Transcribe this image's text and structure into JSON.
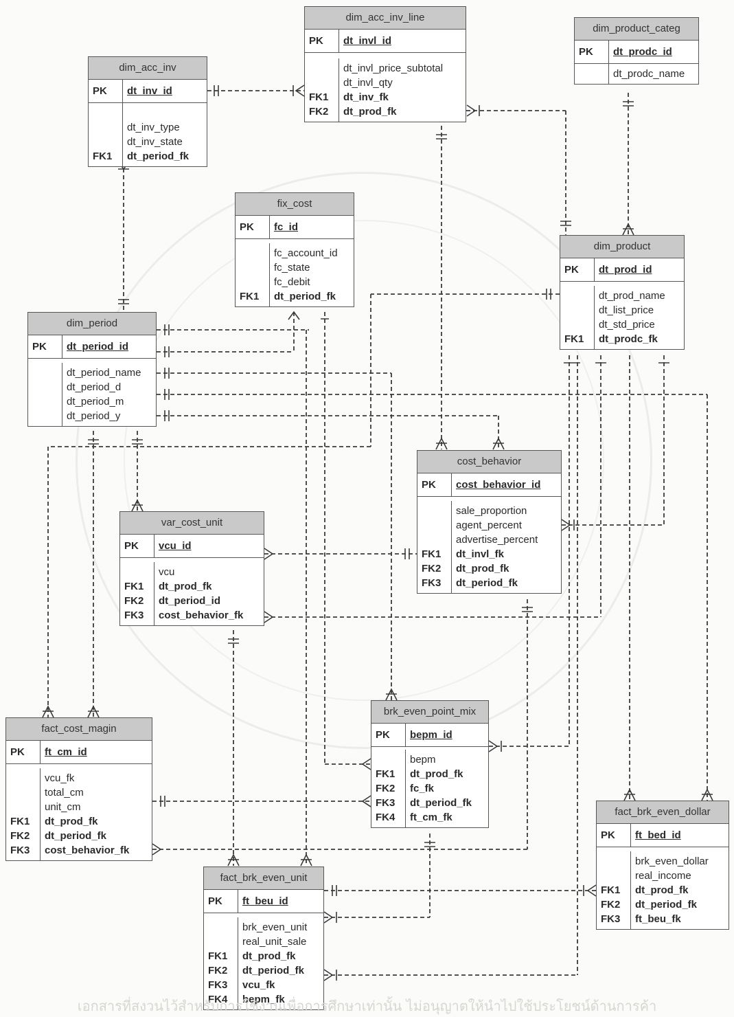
{
  "footer_note": "เอกสารที่สงวนไว้สำหรับการใช้งานเพื่อการศึกษาเท่านั้น ไม่อนุญาตให้นำไปใช้ประโยชน์ด้านการค้า",
  "entities": {
    "dim_acc_inv": {
      "title": "dim_acc_inv",
      "pk_label": "PK",
      "pk": "dt_inv_id",
      "fields": [
        "",
        "dt_inv_type",
        "dt_inv_state",
        "dt_period_fk"
      ],
      "keys": [
        "",
        "",
        "",
        "FK1"
      ]
    },
    "dim_acc_inv_line": {
      "title": "dim_acc_inv_line",
      "pk_label": "PK",
      "pk": "dt_invl_id",
      "fields": [
        "dt_invl_price_subtotal",
        "dt_invl_qty",
        "dt_inv_fk",
        "dt_prod_fk"
      ],
      "keys": [
        "",
        "",
        "FK1",
        "FK2"
      ]
    },
    "dim_product_categ": {
      "title": "dim_product_categ",
      "pk_label": "PK",
      "pk": "dt_prodc_id",
      "fields": [
        "dt_prodc_name"
      ],
      "keys": [
        ""
      ]
    },
    "fix_cost": {
      "title": "fix_cost",
      "pk_label": "PK",
      "pk": "fc_id",
      "fields": [
        "fc_account_id",
        "fc_state",
        "fc_debit",
        "dt_period_fk"
      ],
      "keys": [
        "",
        "",
        "",
        "FK1"
      ]
    },
    "dim_product": {
      "title": "dim_product",
      "pk_label": "PK",
      "pk": "dt_prod_id",
      "fields": [
        "dt_prod_name",
        "dt_list_price",
        "dt_std_price",
        "dt_prodc_fk"
      ],
      "keys": [
        "",
        "",
        "",
        "FK1"
      ]
    },
    "dim_period": {
      "title": "dim_period",
      "pk_label": "PK",
      "pk": "dt_period_id",
      "fields": [
        "dt_period_name",
        "dt_period_d",
        "dt_period_m",
        "dt_period_y"
      ],
      "keys": [
        "",
        "",
        "",
        ""
      ]
    },
    "cost_behavior": {
      "title": "cost_behavior",
      "pk_label": "PK",
      "pk": "cost_behavior_id",
      "fields": [
        "sale_proportion",
        "agent_percent",
        "advertise_percent",
        "dt_invl_fk",
        "dt_prod_fk",
        "dt_period_fk"
      ],
      "keys": [
        "",
        "",
        "",
        "FK1",
        "FK2",
        "FK3"
      ]
    },
    "var_cost_unit": {
      "title": "var_cost_unit",
      "pk_label": "PK",
      "pk": "vcu_id",
      "fields": [
        "vcu",
        "dt_prod_fk",
        "dt_period_id",
        "cost_behavior_fk"
      ],
      "keys": [
        "",
        "FK1",
        "FK2",
        "FK3"
      ]
    },
    "brk_even_point_mix": {
      "title": "brk_even_point_mix",
      "pk_label": "PK",
      "pk": "bepm_id",
      "fields": [
        "bepm",
        "dt_prod_fk",
        "fc_fk",
        "dt_period_fk",
        "ft_cm_fk"
      ],
      "keys": [
        "",
        "FK1",
        "FK2",
        "FK3",
        "FK4"
      ]
    },
    "fact_cost_magin": {
      "title": "fact_cost_magin",
      "pk_label": "PK",
      "pk": "ft_cm_id",
      "fields": [
        "vcu_fk",
        "total_cm",
        "unit_cm",
        "dt_prod_fk",
        "dt_period_fk",
        "cost_behavior_fk"
      ],
      "keys": [
        "",
        "",
        "",
        "FK1",
        "FK2",
        "FK3"
      ]
    },
    "fact_brk_even_dollar": {
      "title": "fact_brk_even_dollar",
      "pk_label": "PK",
      "pk": "ft_bed_id",
      "fields": [
        "brk_even_dollar",
        "real_income",
        "dt_prod_fk",
        "dt_period_fk",
        "ft_beu_fk"
      ],
      "keys": [
        "",
        "",
        "FK1",
        "FK2",
        "FK3"
      ]
    },
    "fact_brk_even_unit": {
      "title": "fact_brk_even_unit",
      "pk_label": "PK",
      "pk": "ft_beu_id",
      "fields": [
        "brk_even_unit",
        "real_unit_sale",
        "dt_prod_fk",
        "dt_period_fk",
        "vcu_fk",
        "bepm_fk"
      ],
      "keys": [
        "",
        "",
        "FK1",
        "FK2",
        "FK3",
        "FK4"
      ]
    }
  }
}
